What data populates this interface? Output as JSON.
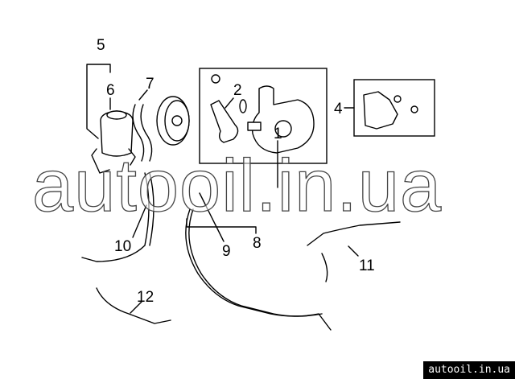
{
  "callouts": [
    "1",
    "2",
    "4",
    "5",
    "6",
    "7",
    "8",
    "9",
    "10",
    "11",
    "12"
  ],
  "watermark": "autooil.in.ua",
  "badge": "autooil.in.ua"
}
